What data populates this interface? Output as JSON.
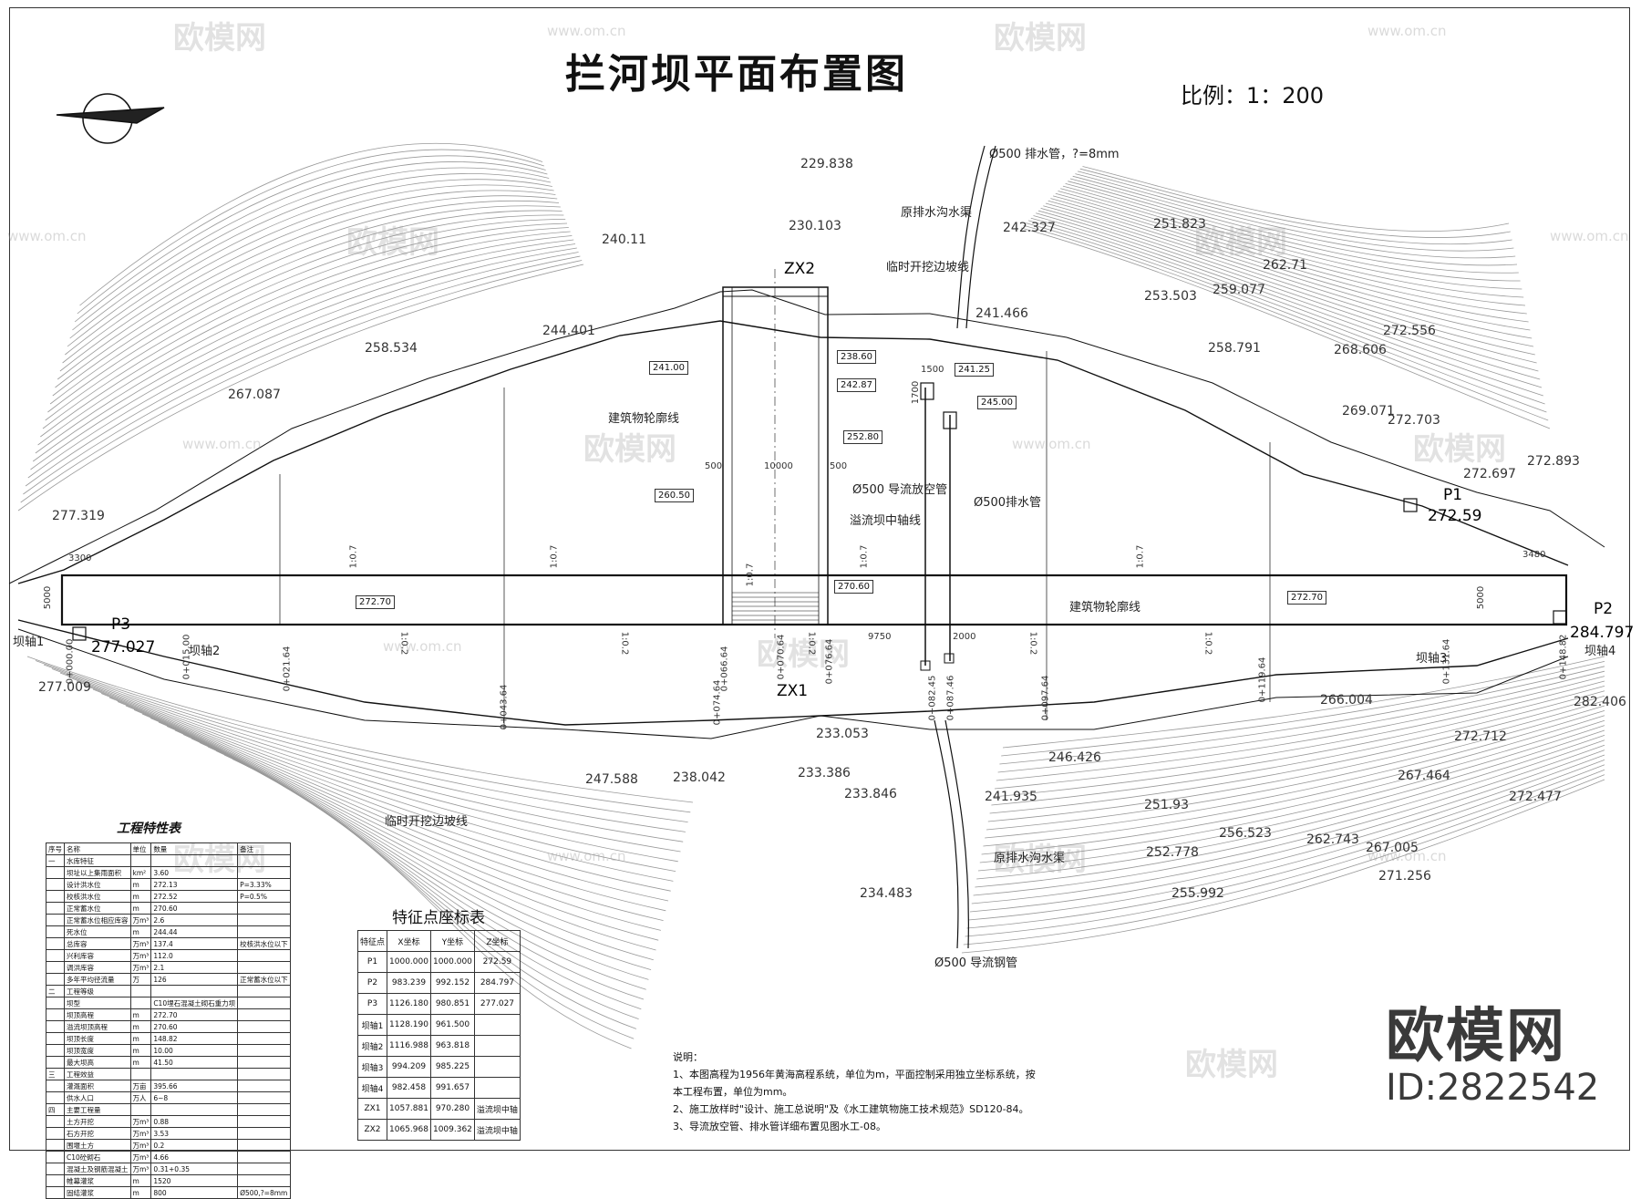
{
  "title": "拦河坝平面布置图",
  "scale": "比例：1：200",
  "brand": {
    "name": "欧模网",
    "id": "ID:2822542"
  },
  "watermark": {
    "text": "欧模网",
    "url": "www.om.cn"
  },
  "elevations": [
    "229.838",
    "230.103",
    "240.11",
    "242.327",
    "251.823",
    "262.71",
    "253.503",
    "259.077",
    "244.401",
    "241.466",
    "258.534",
    "258.791",
    "272.556",
    "268.606",
    "267.087",
    "269.071",
    "272.703",
    "272.893",
    "272.697",
    "277.319",
    "277.009",
    "266.004",
    "282.406",
    "272.712",
    "233.053",
    "233.386",
    "233.846",
    "238.042",
    "247.588",
    "246.426",
    "241.935",
    "251.93",
    "256.523",
    "267.464",
    "272.477",
    "262.743",
    "252.778",
    "267.005",
    "271.256",
    "255.992",
    "234.483"
  ],
  "points": {
    "zx1": "ZX1",
    "zx2": "ZX2",
    "p1": "P1",
    "p1_val": "272.59",
    "p2": "P2",
    "p2_val": "284.797",
    "p3": "P3",
    "p3_val": "277.027"
  },
  "labels": {
    "pipe_top": "Ø500 排水管，?=8mm",
    "temp_cut_top": "临时开挖边坡线",
    "temp_cut_bottom": "临时开挖边坡线",
    "outline_left": "建筑物轮廓线",
    "outline_right": "建筑物轮廓线",
    "spillway_axis": "溢流坝中轴线",
    "pipe_a": "Ø500 导流放空管",
    "pipe_b": "Ø500排水管",
    "pipe_bottom": "Ø500 导流钢管",
    "river_top": "原排水沟水渠",
    "river_bottom": "原排水沟水渠",
    "axis1": "坝轴1",
    "axis2": "坝轴2",
    "axis3": "坝轴3",
    "axis4": "坝轴4",
    "slope_a": "1:0.7",
    "slope_b": "1:0.2"
  },
  "tags": [
    "241.00",
    "241.25",
    "245.00",
    "238.60",
    "242.87",
    "252.80",
    "260.50",
    "270.60",
    "272.70",
    "272.70",
    "272.70"
  ],
  "dims": [
    "1500",
    "1700",
    "500",
    "10000",
    "500",
    "9750",
    "2000",
    "3480",
    "5000",
    "5000",
    "3300"
  ],
  "stations": [
    "0+000.00",
    "0+015.00",
    "0+021.64",
    "0+043.64",
    "0+066.64",
    "0+070.64",
    "0+074.64",
    "0+076.64",
    "0+082.45",
    "0+087.46",
    "0+097.64",
    "0+119.64",
    "0+131.64",
    "0+148.82"
  ],
  "table1": {
    "caption": "工程特性表",
    "headers": [
      "序号",
      "名称",
      "单位",
      "数量",
      "备注"
    ],
    "rows": [
      [
        "一",
        "水库特征",
        "",
        "",
        ""
      ],
      [
        "",
        "坝址以上集雨面积",
        "km²",
        "3.60",
        ""
      ],
      [
        "",
        "设计洪水位",
        "m",
        "272.13",
        "P=3.33%"
      ],
      [
        "",
        "校核洪水位",
        "m",
        "272.52",
        "P=0.5%"
      ],
      [
        "",
        "正常蓄水位",
        "m",
        "270.60",
        ""
      ],
      [
        "",
        "正常蓄水位相应库容",
        "万m³",
        "2.6",
        ""
      ],
      [
        "",
        "死水位",
        "m",
        "244.44",
        ""
      ],
      [
        "",
        "总库容",
        "万m³",
        "137.4",
        "校核洪水位以下"
      ],
      [
        "",
        "兴利库容",
        "万m³",
        "112.0",
        ""
      ],
      [
        "",
        "调洪库容",
        "万m³",
        "2.1",
        ""
      ],
      [
        "",
        "多年平均径流量",
        "万",
        "126",
        "正常蓄水位以下"
      ],
      [
        "二",
        "工程等级",
        "",
        "",
        ""
      ],
      [
        "",
        "坝型",
        "",
        "C10埋石混凝土砌石重力坝",
        ""
      ],
      [
        "",
        "坝顶高程",
        "m",
        "272.70",
        ""
      ],
      [
        "",
        "溢流坝顶高程",
        "m",
        "270.60",
        ""
      ],
      [
        "",
        "坝顶长度",
        "m",
        "148.82",
        ""
      ],
      [
        "",
        "坝顶宽度",
        "m",
        "10.00",
        ""
      ],
      [
        "",
        "最大坝高",
        "m",
        "41.50",
        ""
      ],
      [
        "三",
        "工程效益",
        "",
        "",
        ""
      ],
      [
        "",
        "灌溉面积",
        "万亩",
        "395.66",
        ""
      ],
      [
        "",
        "供水人口",
        "万人",
        "6~8",
        ""
      ],
      [
        "四",
        "主要工程量",
        "",
        "",
        ""
      ],
      [
        "",
        "土方开挖",
        "万m³",
        "0.88",
        ""
      ],
      [
        "",
        "石方开挖",
        "万m³",
        "3.53",
        ""
      ],
      [
        "",
        "围堰土方",
        "万m³",
        "0.2",
        ""
      ],
      [
        "",
        "C10砼砌石",
        "万m³",
        "4.66",
        ""
      ],
      [
        "",
        "混凝土及钢筋混凝土",
        "万m³",
        "0.31+0.35",
        ""
      ],
      [
        "",
        "帷幕灌浆",
        "m",
        "1520",
        ""
      ],
      [
        "",
        "固结灌浆",
        "m",
        "800",
        "Ø500,?=8mm"
      ]
    ]
  },
  "table2": {
    "caption": "特征点座标表",
    "headers": [
      "特征点",
      "X坐标",
      "Y坐标",
      "Z坐标"
    ],
    "rows": [
      [
        "P1",
        "1000.000",
        "1000.000",
        "272.59"
      ],
      [
        "P2",
        "983.239",
        "992.152",
        "284.797"
      ],
      [
        "P3",
        "1126.180",
        "980.851",
        "277.027"
      ],
      [
        "坝轴1",
        "1128.190",
        "961.500",
        ""
      ],
      [
        "坝轴2",
        "1116.988",
        "963.818",
        ""
      ],
      [
        "坝轴3",
        "994.209",
        "985.225",
        ""
      ],
      [
        "坝轴4",
        "982.458",
        "991.657",
        ""
      ],
      [
        "ZX1",
        "1057.881",
        "970.280",
        "溢流坝中轴"
      ],
      [
        "ZX2",
        "1065.968",
        "1009.362",
        "溢流坝中轴"
      ]
    ]
  },
  "notes": [
    "说明：",
    "1、本图高程为1956年黄海高程系统，单位为m，平面控制采用独立坐标系统，按",
    "    本工程布置，单位为mm。",
    "2、施工放样时\"设计、施工总说明\"及《水工建筑物施工技术规范》SD120-84。",
    "3、导流放空管、排水管详细布置见图水工-08。"
  ]
}
